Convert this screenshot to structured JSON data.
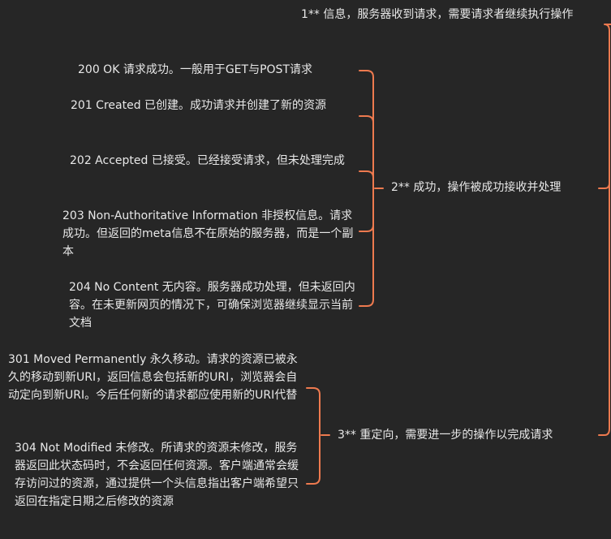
{
  "diagram": {
    "line_color": "#ee7a4f",
    "background": "#262626",
    "text_color": "#e8e8e8",
    "branches": [
      {
        "id": "1xx",
        "label": "1** 信息，服务器收到请求，需要请求者继续执行操作",
        "children": []
      },
      {
        "id": "2xx",
        "label": "2** 成功，操作被成功接收并处理",
        "children": [
          {
            "id": "200",
            "label": "200 OK 请求成功。一般用于GET与POST请求"
          },
          {
            "id": "201",
            "label": "201 Created 已创建。成功请求并创建了新的资源"
          },
          {
            "id": "202",
            "label": "202 Accepted 已接受。已经接受请求，但未处理完成"
          },
          {
            "id": "203",
            "label": "203 Non-Authoritative Information 非授权信息。请求成功。但返回的meta信息不在原始的服务器，而是一个副本"
          },
          {
            "id": "204",
            "label": "204 No Content 无内容。服务器成功处理，但未返回内容。在未更新网页的情况下，可确保浏览器继续显示当前文档"
          }
        ]
      },
      {
        "id": "3xx",
        "label": "3** 重定向，需要进一步的操作以完成请求",
        "children": [
          {
            "id": "301",
            "label": "301 Moved Permanently 永久移动。请求的资源已被永久的移动到新URI，返回信息会包括新的URI，浏览器会自动定向到新URI。今后任何新的请求都应使用新的URI代替"
          },
          {
            "id": "304",
            "label": "304 Not Modified 未修改。所请求的资源未修改，服务器返回此状态码时，不会返回任何资源。客户端通常会缓存访问过的资源，通过提供一个头信息指出客户端希望只返回在指定日期之后修改的资源"
          }
        ]
      }
    ]
  }
}
